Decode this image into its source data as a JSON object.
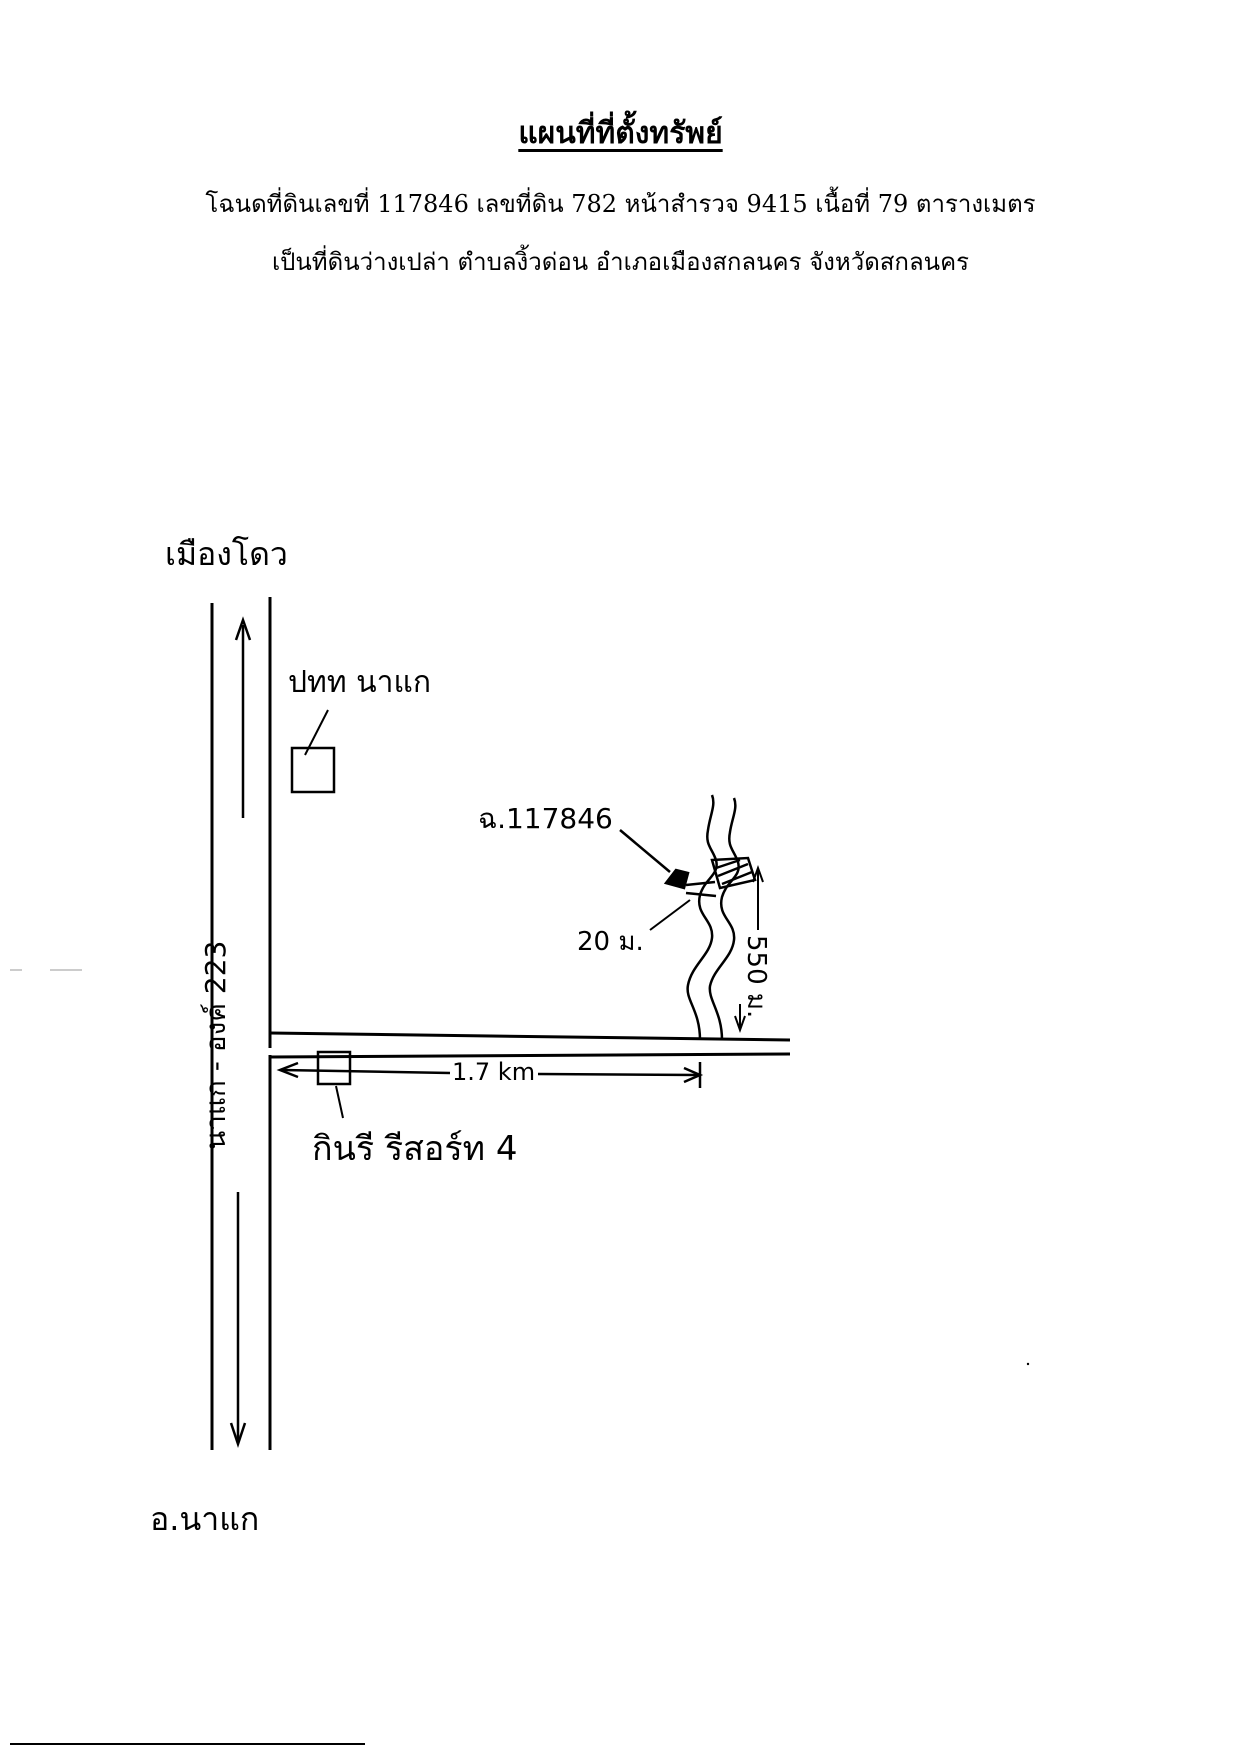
{
  "header": {
    "title": "แผนที่ที่ตั้งทรัพย์",
    "line1": "โฉนดที่ดินเลขที่ 117846   เลขที่ดิน 782   หน้าสำรวจ 9415  เนื้อที่ 79 ตารางเมตร",
    "line2": "เป็นที่ดินว่างเปล่า  ตำบลงิ้วด่อน   อำเภอเมืองสกลนคร   จังหวัดสกลนคร"
  },
  "map": {
    "labels": {
      "north_destination": "เมืองโดว",
      "south_destination": "อ.นาแก",
      "road_name": "นาแก - องค์ 223",
      "post_office": "ปทท นาแก",
      "plot_label": "ฉ.117846",
      "plot_width": "20 ม.",
      "lane_length": "550 ม.",
      "distance": "1.7 km",
      "landmark": "กินรี รีสอร์ท 4"
    }
  }
}
